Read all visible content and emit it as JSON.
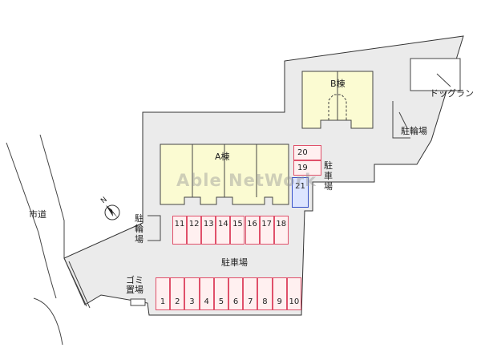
{
  "labels": {
    "city_road": "市道",
    "building_a": "A棟",
    "building_b": "B棟",
    "dog_run": "ドッグラン",
    "bike_parking_right": "駐輪場",
    "bike_parking_left": "駐輪場",
    "parking_right": "駐車場",
    "parking_main": "駐車場",
    "garbage": "ゴミ置場",
    "north_mark": "N"
  },
  "watermark": "Able NetWork",
  "parking": {
    "row_front": [
      "1",
      "2",
      "3",
      "4",
      "5",
      "6",
      "7",
      "8",
      "9",
      "10"
    ],
    "row_back": [
      "11",
      "12",
      "13",
      "14",
      "15",
      "16",
      "17",
      "18"
    ],
    "right_stack": [
      "20",
      "19"
    ],
    "special": "21"
  },
  "colors": {
    "lot": "#ebebeb",
    "building": "#fbfbd2",
    "space_fill": "#fff0f0",
    "space_line": "#e0506a",
    "special_fill": "#dde5ff",
    "special_line": "#3550c8"
  }
}
